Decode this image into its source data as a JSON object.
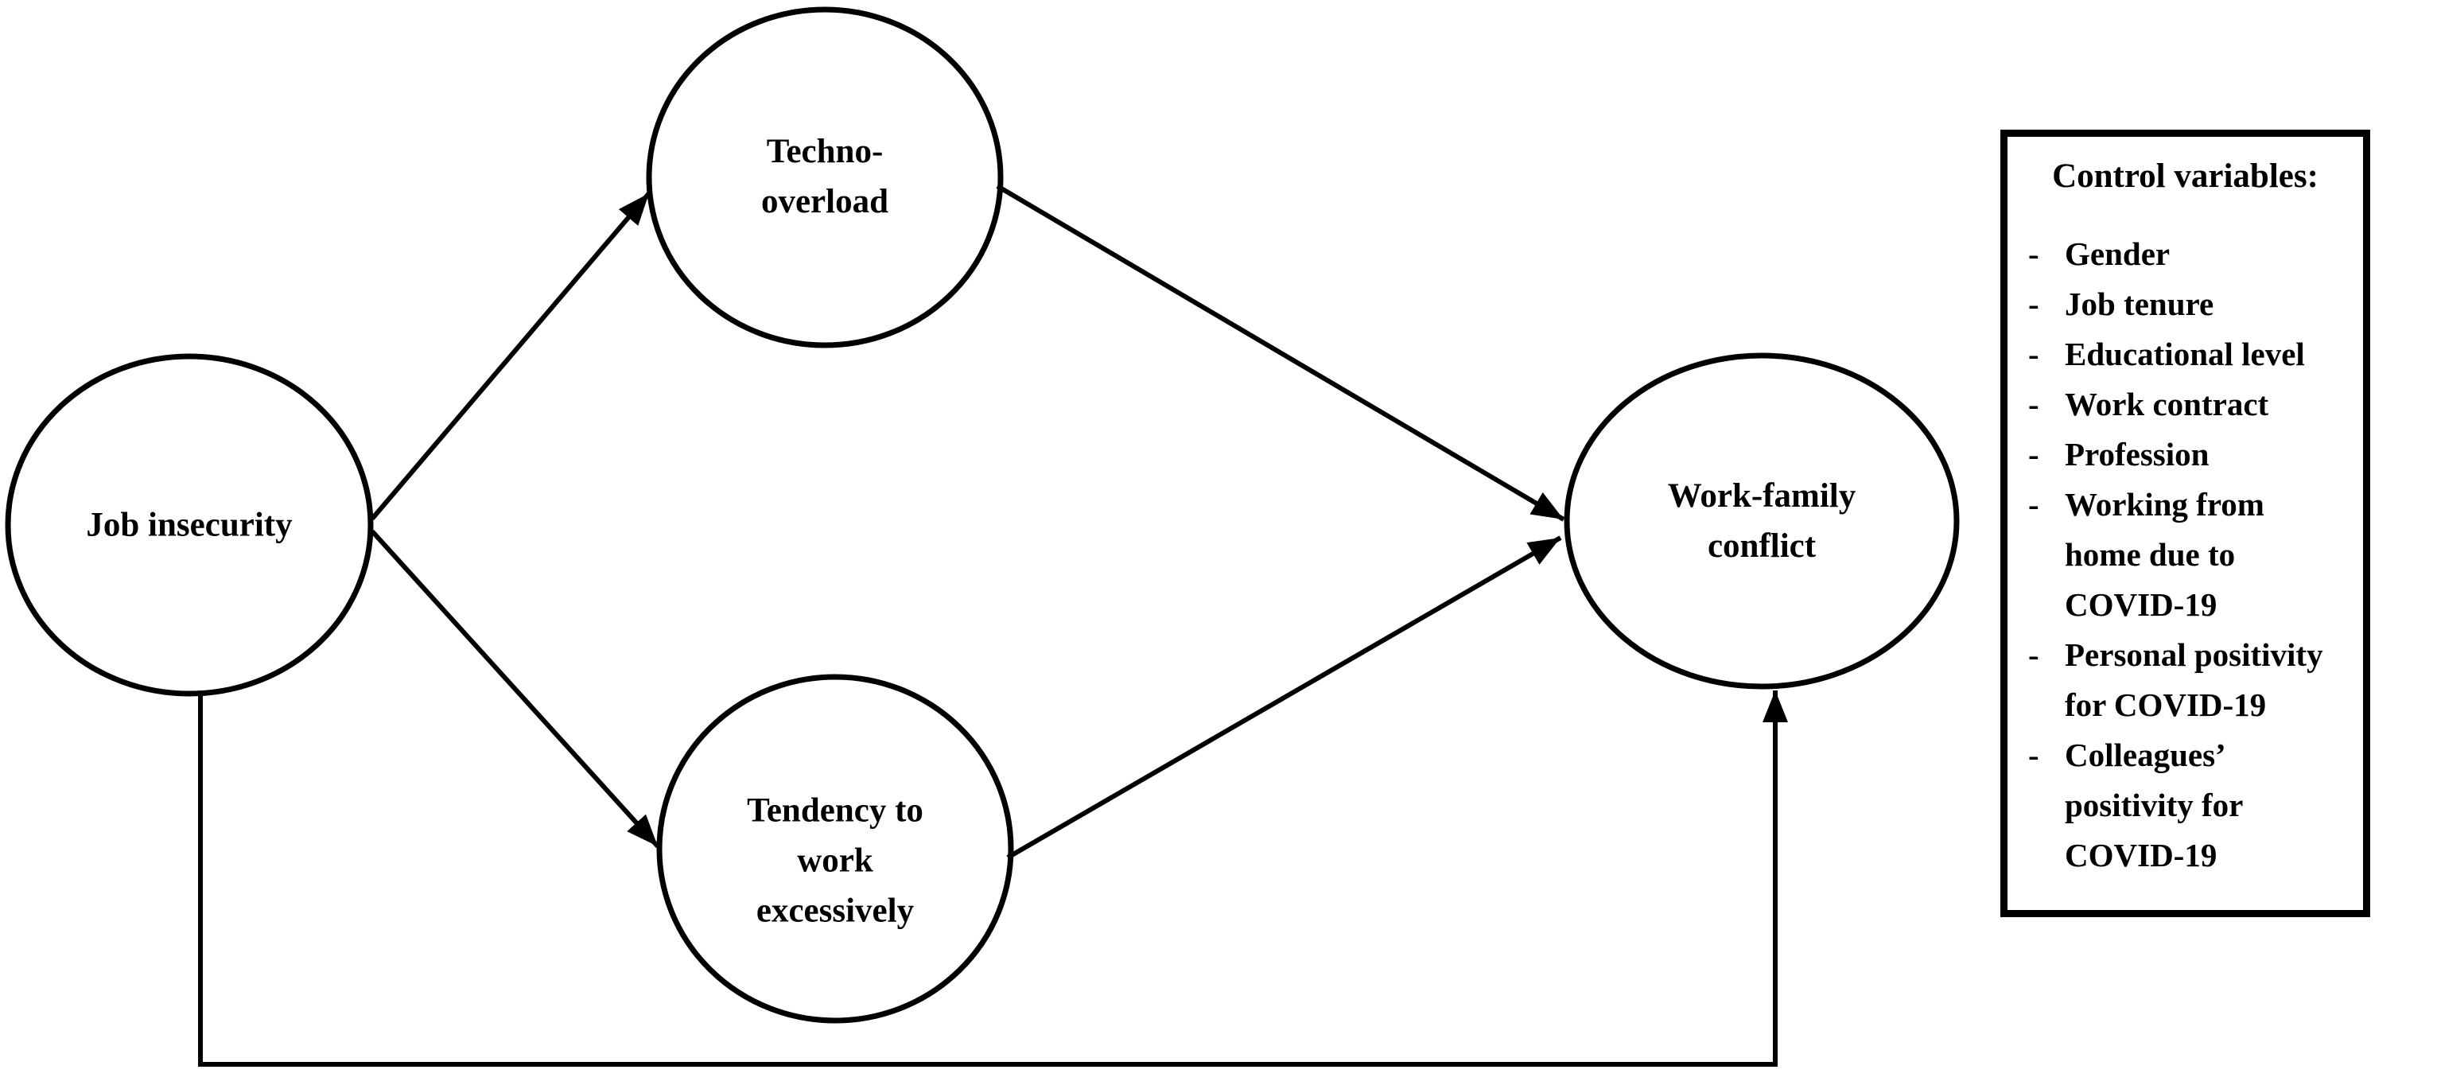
{
  "nodes": {
    "job_insecurity": {
      "label": "Job insecurity"
    },
    "techno_overload": {
      "label": "Techno-\noverload"
    },
    "tendency_work_excessively": {
      "label": "Tendency to\nwork\nexcessively"
    },
    "work_family_conflict": {
      "label": "Work-family\nconflict"
    }
  },
  "control_box": {
    "title": "Control variables:",
    "bullet": "-",
    "items": [
      "Gender",
      "Job tenure",
      "Educational level",
      "Work contract",
      "Profession",
      "Working from\nhome due to\nCOVID-19",
      "Personal positivity\nfor COVID-19",
      "Colleagues’\npositivity for\nCOVID-19"
    ]
  },
  "edges": [
    "job-insecurity to techno-overload",
    "job-insecurity to tendency-work-excessively",
    "techno-overload to work-family-conflict",
    "tendency-work-excessively to work-family-conflict",
    "job-insecurity to work-family-conflict (direct bottom path)"
  ],
  "colors": {
    "line": "#000000",
    "background": "#ffffff"
  }
}
